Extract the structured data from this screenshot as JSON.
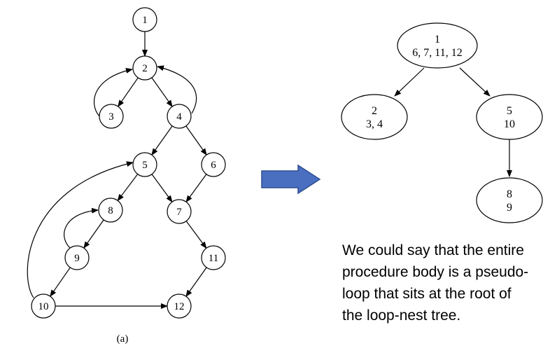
{
  "cfg": {
    "nodes": [
      {
        "id": "n1",
        "label": "1"
      },
      {
        "id": "n2",
        "label": "2"
      },
      {
        "id": "n3",
        "label": "3"
      },
      {
        "id": "n4",
        "label": "4"
      },
      {
        "id": "n5",
        "label": "5"
      },
      {
        "id": "n6",
        "label": "6"
      },
      {
        "id": "n7",
        "label": "7"
      },
      {
        "id": "n8",
        "label": "8"
      },
      {
        "id": "n9",
        "label": "9"
      },
      {
        "id": "n10",
        "label": "10"
      },
      {
        "id": "n11",
        "label": "11"
      },
      {
        "id": "n12",
        "label": "12"
      }
    ],
    "edges": [
      [
        "n1",
        "n2"
      ],
      [
        "n2",
        "n3"
      ],
      [
        "n2",
        "n4"
      ],
      [
        "n3",
        "n2"
      ],
      [
        "n4",
        "n2"
      ],
      [
        "n4",
        "n5"
      ],
      [
        "n4",
        "n6"
      ],
      [
        "n5",
        "n8"
      ],
      [
        "n5",
        "n7"
      ],
      [
        "n6",
        "n7"
      ],
      [
        "n8",
        "n9"
      ],
      [
        "n9",
        "n8"
      ],
      [
        "n9",
        "n10"
      ],
      [
        "n10",
        "n5"
      ],
      [
        "n10",
        "n12"
      ],
      [
        "n7",
        "n11"
      ],
      [
        "n11",
        "n12"
      ]
    ],
    "figure_label": "(a)"
  },
  "tree": {
    "nodes": [
      {
        "id": "t1",
        "lines": [
          "1",
          "6, 7, 11, 12"
        ]
      },
      {
        "id": "t2",
        "lines": [
          "2",
          "3, 4"
        ]
      },
      {
        "id": "t5",
        "lines": [
          "5",
          "10"
        ]
      },
      {
        "id": "t8",
        "lines": [
          "8",
          "9"
        ]
      }
    ],
    "edges": [
      [
        "t1",
        "t2"
      ],
      [
        "t1",
        "t5"
      ],
      [
        "t5",
        "t8"
      ]
    ]
  },
  "caption": {
    "lines": [
      "We could say that the entire",
      "procedure body is a pseudo-",
      "loop that sits at the root of",
      "the loop-nest tree."
    ]
  },
  "colors": {
    "arrow_fill": "#4a6fc1",
    "arrow_stroke": "#2f4f8f",
    "ink": "#000000"
  }
}
